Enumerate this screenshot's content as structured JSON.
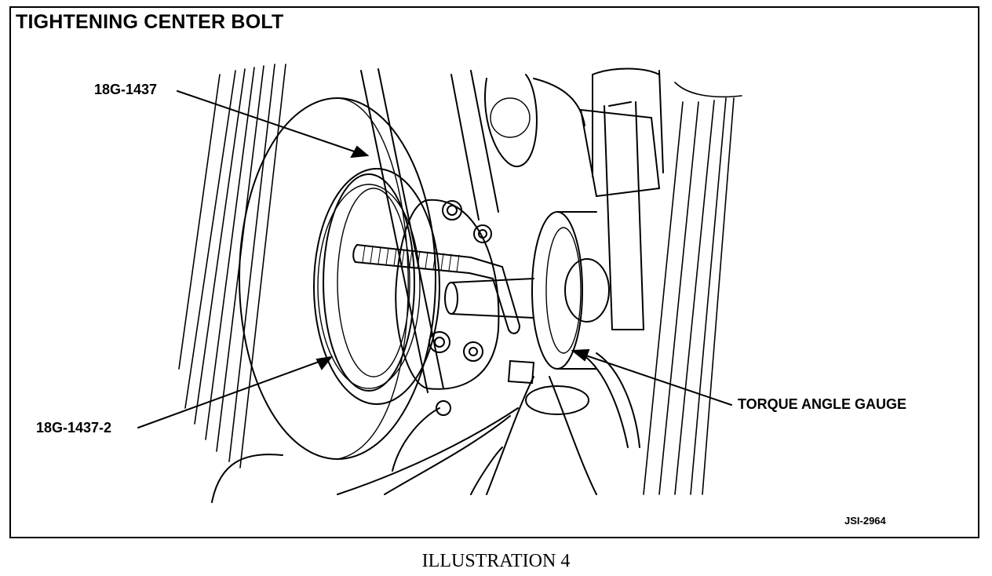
{
  "title": "TIGHTENING CENTER BOLT",
  "callouts": {
    "tool_1": "18G-1437",
    "tool_2": "18G-1437-2",
    "gauge": "TORQUE ANGLE GAUGE"
  },
  "figure_code": "JSI-2964",
  "caption": "ILLUSTRATION 4"
}
